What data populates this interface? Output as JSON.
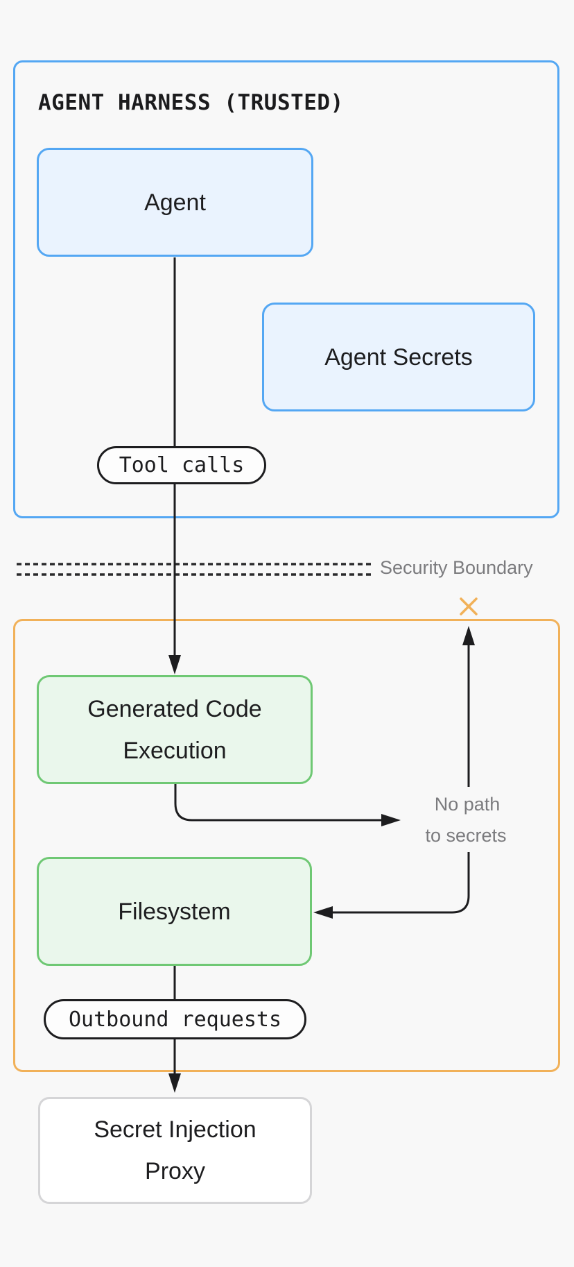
{
  "colors": {
    "bg": "#f8f8f8",
    "ink": "#1d1d1f",
    "gray": "#7b7b7e",
    "blue": "#54a7f3",
    "blueFill": "#eaf3fe",
    "green": "#6fc874",
    "greenFill": "#eaf7ec",
    "orange": "#f1b159",
    "pillFill": "#fdfdfd",
    "sipBorder": "#d5d5d7",
    "sipFill": "#ffffff"
  },
  "trusted_zone": {
    "title": "AGENT HARNESS (TRUSTED)",
    "agent": {
      "label": "Agent"
    },
    "agent_secrets": {
      "label": "Agent Secrets"
    },
    "tool_calls_pill": {
      "label": "Tool calls"
    }
  },
  "boundary": {
    "label": "Security Boundary",
    "blocked_icon": "x-mark"
  },
  "sandbox_zone": {
    "generated_code": {
      "line1": "Generated Code",
      "line2": "Execution"
    },
    "filesystem": {
      "label": "Filesystem"
    },
    "outbound_pill": {
      "label": "Outbound requests"
    },
    "no_path_note": {
      "line1": "No path",
      "line2": "to secrets"
    }
  },
  "proxy": {
    "line1": "Secret Injection",
    "line2": "Proxy"
  }
}
